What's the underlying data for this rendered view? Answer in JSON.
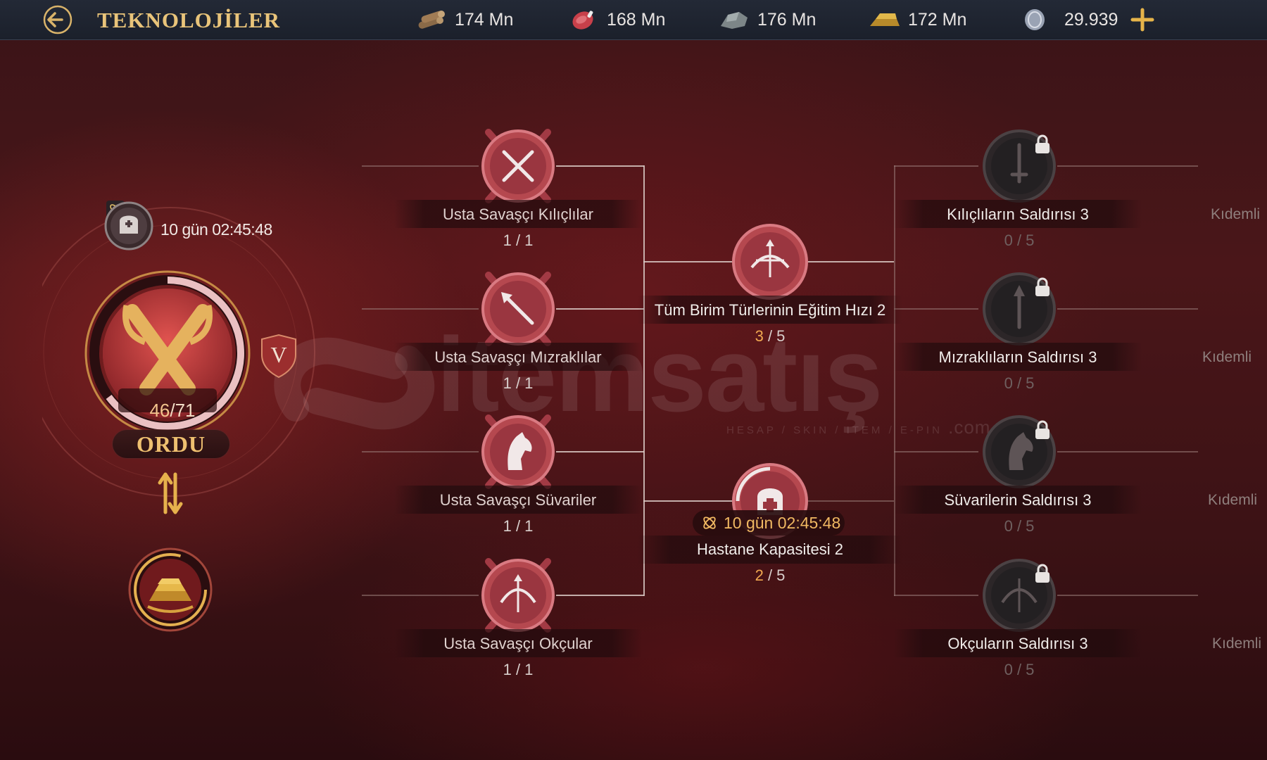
{
  "header": {
    "title": "TEKNOLOJİLER",
    "resources": [
      {
        "name": "wood",
        "icon": "wood-logs-icon",
        "value": "174 Mn"
      },
      {
        "name": "food",
        "icon": "meat-icon",
        "value": "168 Mn"
      },
      {
        "name": "stone",
        "icon": "stone-icon",
        "value": "176 Mn"
      },
      {
        "name": "gold",
        "icon": "gold-bars-icon",
        "value": "172 Mn"
      },
      {
        "name": "silver",
        "icon": "silver-coin-icon",
        "value": "29.939"
      }
    ]
  },
  "left_panel": {
    "research_timer": "10 gün 02:45:48",
    "category_name": "ORDU",
    "progress_current": "46",
    "progress_total": "/71",
    "progress_fraction": 0.648,
    "rank": "V"
  },
  "tree": {
    "column1": [
      {
        "label": "Usta Savaşçı Kılıçlılar",
        "level": "1 / 1",
        "icon": "crossed-swords-icon"
      },
      {
        "label": "Usta Savaşçı Mızraklılar",
        "level": "1 / 1",
        "icon": "spear-icon"
      },
      {
        "label": "Usta Savaşçı Süvariler",
        "level": "1 / 1",
        "icon": "horse-head-icon"
      },
      {
        "label": "Usta Savaşçı Okçular",
        "level": "1 / 1",
        "icon": "bow-icon"
      }
    ],
    "column2": [
      {
        "label": "Tüm Birim Türlerinin Eğitim Hızı 2",
        "level_current": "3",
        "level_rest": " / 5",
        "icon": "training-bow-icon"
      },
      {
        "label": "Hastane Kapasitesi 2",
        "level_current": "2",
        "level_rest": " / 5",
        "icon": "helmet-cross-icon",
        "timer": "10 gün 02:45:48"
      }
    ],
    "column3": [
      {
        "label": "Kılıçlıların Saldırısı 3",
        "level": "0 / 5",
        "icon": "sword-icon"
      },
      {
        "label": "Mızraklıların Saldırısı 3",
        "level": "0 / 5",
        "icon": "spear-icon"
      },
      {
        "label": "Süvarilerin Saldırısı 3",
        "level": "0 / 5",
        "icon": "horse-head-icon"
      },
      {
        "label": "Okçuların Saldırısı 3",
        "level": "0 / 5",
        "icon": "bow-icon"
      }
    ],
    "column4_partial": [
      "Kıdemli",
      "Kıdemli",
      "Kıdemli",
      "Kıdemli"
    ]
  },
  "watermark": {
    "brand": "itemsatış",
    "tagline": "HESAP / SKIN / ITEM / E-PIN",
    "suffix": ".com"
  },
  "colors": {
    "accent_gold": "#e9c47a",
    "level_orange": "#f1a850",
    "node_red": "#c0505a"
  }
}
